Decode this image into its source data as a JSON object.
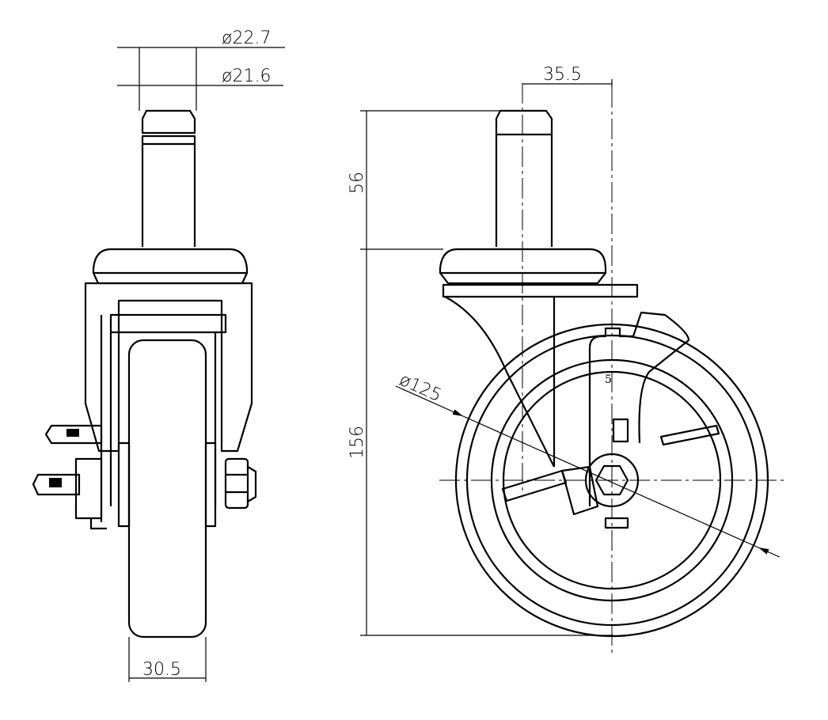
{
  "dimensions": {
    "stem_outer_diameter": "ø22.7",
    "stem_inner_diameter": "ø21.6",
    "offset": "35.5",
    "stem_height": "56",
    "total_height": "156",
    "wheel_diameter": "ø125",
    "wheel_width": "30.5",
    "brake_mark": "5"
  },
  "colors": {
    "line": "#000000",
    "background": "#ffffff"
  }
}
